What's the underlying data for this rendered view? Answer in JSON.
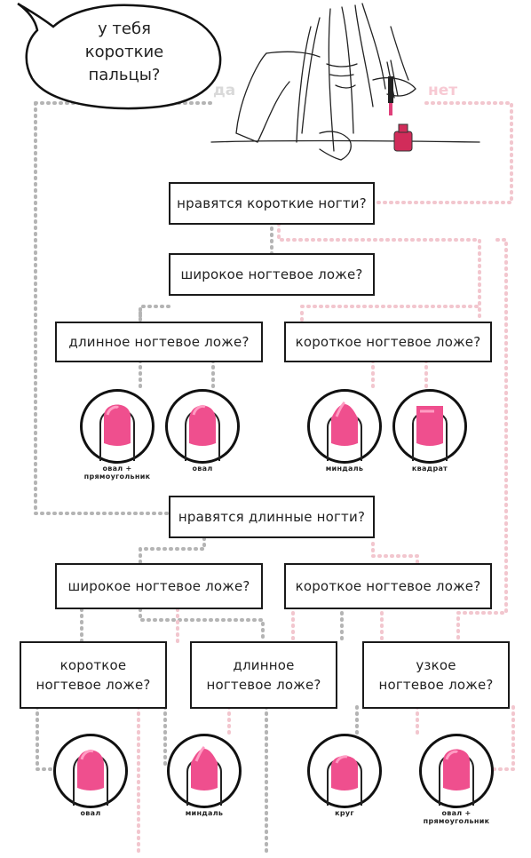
{
  "bubble": {
    "lines": [
      "у тебя",
      "короткие",
      "пальцы?"
    ]
  },
  "branch_labels": {
    "yes": "да",
    "no": "нет"
  },
  "questions": {
    "likes_short": "нравятся короткие ногти?",
    "wide_bed_1": "широкое ногтевое ложе?",
    "long_bed_1": "длинное ногтевое ложе?",
    "short_bed_1": "короткое ногтевое ложе?",
    "likes_long": "нравятся длинные ногти?",
    "wide_bed_2": "широкое ногтевое ложе?",
    "short_bed_2": "короткое ногтевое ложе?",
    "short_bed_3": {
      "line1": "короткое",
      "line2": "ногтевое ложе?"
    },
    "long_bed_3": {
      "line1": "длинное",
      "line2": "ногтевое ложе?"
    },
    "narrow_bed_3": {
      "line1": "узкое",
      "line2": "ногтевое ложе?"
    }
  },
  "results_row1": [
    {
      "line1": "овал +",
      "line2": "прямоугольник"
    },
    {
      "line1": "овал",
      "line2": ""
    },
    {
      "line1": "миндаль",
      "line2": ""
    },
    {
      "line1": "квадрат",
      "line2": ""
    }
  ],
  "results_row2": [
    {
      "line1": "овал",
      "line2": ""
    },
    {
      "line1": "миндаль",
      "line2": ""
    },
    {
      "line1": "круг",
      "line2": ""
    },
    {
      "line1": "овал +",
      "line2": "прямоугольник"
    }
  ],
  "colors": {
    "yes_line": "#b4b4b4",
    "no_line": "#f2c6ce",
    "nail_pink": "#ef4f8e",
    "nail_highlight": "#ff9cc3",
    "yes_text": "#d9d9d9",
    "no_text": "#f7c9d3"
  }
}
